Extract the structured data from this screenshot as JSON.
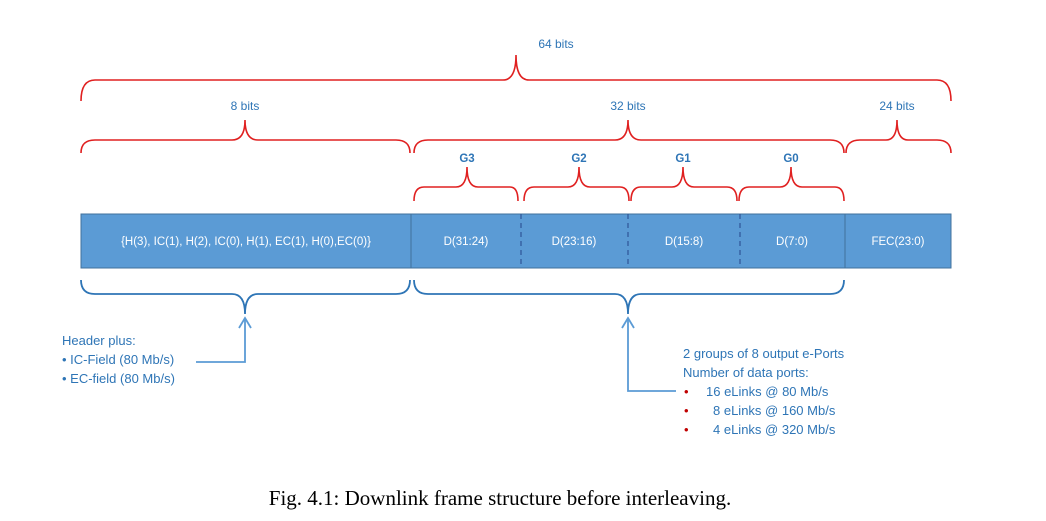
{
  "colors": {
    "brace_red": "#e02020",
    "brace_blue": "#2e75b6",
    "cell_fill": "#5b9bd5",
    "text_blue": "#2e75b6",
    "bullet_red": "#c00000"
  },
  "top_braces": {
    "total": "64 bits",
    "header": "8 bits",
    "data": "32 bits",
    "fec": "24 bits"
  },
  "groups": [
    "G3",
    "G2",
    "G1",
    "G0"
  ],
  "frame_cells": [
    "{H(3), IC(1), H(2), IC(0), H(1), EC(1), H(0),EC(0)}",
    "D(31:24)",
    "D(23:16)",
    "D(15:8)",
    "D(7:0)",
    "FEC(23:0)"
  ],
  "header_note": {
    "title": "Header plus:",
    "items": [
      "• IC-Field (80 Mb/s)",
      "• EC-field (80 Mb/s)"
    ]
  },
  "data_note": {
    "line1": "2 groups of 8 output e-Ports",
    "line2": "Number of data ports:",
    "bullet": "•",
    "items": [
      "16 eLinks @ 80 Mb/s",
      "8 eLinks @ 160 Mb/s",
      "4 eLinks @ 320 Mb/s"
    ]
  },
  "caption": "Fig. 4.1: Downlink frame structure before interleaving."
}
